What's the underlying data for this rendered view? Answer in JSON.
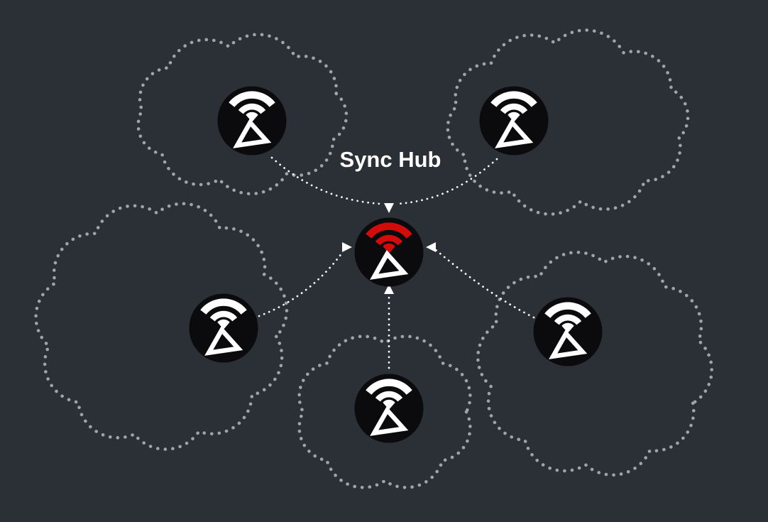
{
  "diagram": {
    "hub": {
      "id": "sync-hub",
      "label": "Sync Hub",
      "icon": "wifi-triangle-sync-icon",
      "accent": "red"
    },
    "devices": [
      {
        "id": "device-top-left",
        "icon": "wifi-triangle-sync-icon"
      },
      {
        "id": "device-top-right",
        "icon": "wifi-triangle-sync-icon"
      },
      {
        "id": "device-left",
        "icon": "wifi-triangle-sync-icon"
      },
      {
        "id": "device-right",
        "icon": "wifi-triangle-sync-icon"
      },
      {
        "id": "device-bottom",
        "icon": "wifi-triangle-sync-icon"
      }
    ],
    "edges": [
      {
        "from": "device-top-left",
        "to": "sync-hub",
        "style": "dotted-arrow"
      },
      {
        "from": "device-top-right",
        "to": "sync-hub",
        "style": "dotted-arrow"
      },
      {
        "from": "device-left",
        "to": "sync-hub",
        "style": "dotted-arrow"
      },
      {
        "from": "device-right",
        "to": "sync-hub",
        "style": "dotted-arrow"
      },
      {
        "from": "device-bottom",
        "to": "sync-hub",
        "style": "dotted-arrow"
      }
    ]
  },
  "colors": {
    "background": "#2b3036",
    "cloudDot": "#a0a4a8",
    "arrow": "#ffffff",
    "accent": "#d40b0b",
    "iconBg": "#0b0b0e",
    "iconFg": "#ffffff",
    "labelText": "#ffffff"
  }
}
